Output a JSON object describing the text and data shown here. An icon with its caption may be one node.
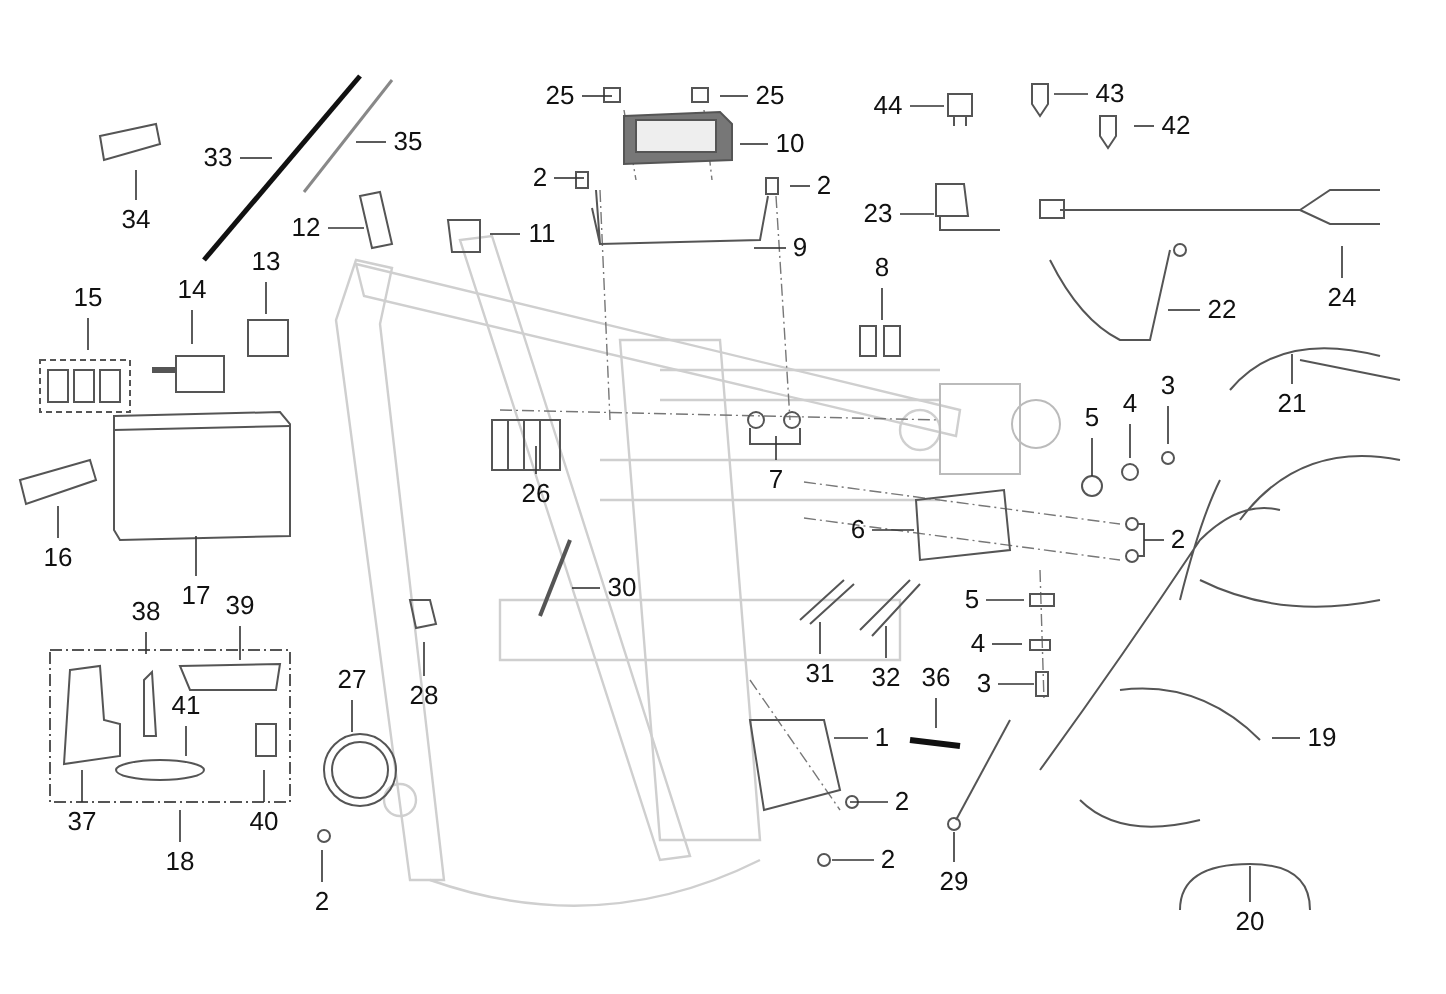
{
  "diagram": {
    "nodes": [
      {
        "text": [
          "25"
        ]
      },
      {
        "text": [
          "25"
        ]
      },
      {
        "text": [
          "44"
        ]
      },
      {
        "text": [
          "43"
        ]
      },
      {
        "text": [
          "10"
        ]
      },
      {
        "text": [
          "42"
        ]
      },
      {
        "text": [
          "33"
        ]
      },
      {
        "text": [
          "35"
        ]
      },
      {
        "text": [
          "2"
        ]
      },
      {
        "text": [
          "2"
        ]
      },
      {
        "text": [
          "34"
        ]
      },
      {
        "text": [
          "12"
        ]
      },
      {
        "text": [
          "11"
        ]
      },
      {
        "text": [
          "23"
        ]
      },
      {
        "text": [
          "9"
        ]
      },
      {
        "text": [
          "13"
        ]
      },
      {
        "text": [
          "15"
        ]
      },
      {
        "text": [
          "14"
        ]
      },
      {
        "text": [
          "8"
        ]
      },
      {
        "text": [
          "22"
        ]
      },
      {
        "text": [
          "24"
        ]
      },
      {
        "text": [
          "21"
        ]
      },
      {
        "text": [
          "5"
        ]
      },
      {
        "text": [
          "4"
        ]
      },
      {
        "text": [
          "3"
        ]
      },
      {
        "text": [
          "26"
        ]
      },
      {
        "text": [
          "7"
        ]
      },
      {
        "text": [
          "6"
        ]
      },
      {
        "text": [
          "2"
        ]
      },
      {
        "text": [
          "16"
        ]
      },
      {
        "text": [
          "17"
        ]
      },
      {
        "text": [
          "30"
        ]
      },
      {
        "text": [
          "38"
        ]
      },
      {
        "text": [
          "39"
        ]
      },
      {
        "text": [
          "27"
        ]
      },
      {
        "text": [
          "28"
        ]
      },
      {
        "text": [
          "5"
        ]
      },
      {
        "text": [
          "41"
        ]
      },
      {
        "text": [
          "31"
        ]
      },
      {
        "text": [
          "32"
        ]
      },
      {
        "text": [
          "36"
        ]
      },
      {
        "text": [
          "4"
        ]
      },
      {
        "text": [
          "3"
        ]
      },
      {
        "text": [
          "1"
        ]
      },
      {
        "text": [
          "19"
        ]
      },
      {
        "text": [
          "37"
        ]
      },
      {
        "text": [
          "40"
        ]
      },
      {
        "text": [
          "2"
        ]
      },
      {
        "text": [
          "18"
        ]
      },
      {
        "text": [
          "2"
        ]
      },
      {
        "text": [
          "29"
        ]
      },
      {
        "text": [
          "2"
        ]
      },
      {
        "text": [
          "20"
        ]
      }
    ],
    "edges": [
      {
        "from": 0,
        "to": null,
        "arrow": "none"
      },
      {
        "from": 1,
        "to": null,
        "arrow": "none"
      },
      {
        "from": 2,
        "to": null,
        "arrow": "none"
      },
      {
        "from": 3,
        "to": null,
        "arrow": "none"
      },
      {
        "from": 4,
        "to": null,
        "arrow": "none"
      },
      {
        "from": 5,
        "to": null,
        "arrow": "none"
      },
      {
        "from": 6,
        "to": null,
        "arrow": "none"
      },
      {
        "from": 7,
        "to": null,
        "arrow": "none"
      },
      {
        "from": 8,
        "to": null,
        "arrow": "none"
      },
      {
        "from": 9,
        "to": null,
        "arrow": "none"
      },
      {
        "from": 10,
        "to": null,
        "arrow": "none"
      },
      {
        "from": 11,
        "to": null,
        "arrow": "none"
      },
      {
        "from": 12,
        "to": null,
        "arrow": "none"
      },
      {
        "from": 13,
        "to": null,
        "arrow": "none"
      },
      {
        "from": 14,
        "to": null,
        "arrow": "none"
      },
      {
        "from": 15,
        "to": null,
        "arrow": "none"
      },
      {
        "from": 16,
        "to": null,
        "arrow": "none"
      },
      {
        "from": 17,
        "to": null,
        "arrow": "none"
      },
      {
        "from": 18,
        "to": null,
        "arrow": "none"
      },
      {
        "from": 19,
        "to": null,
        "arrow": "none"
      },
      {
        "from": 20,
        "to": null,
        "arrow": "none"
      },
      {
        "from": 21,
        "to": null,
        "arrow": "none"
      },
      {
        "from": 22,
        "to": null,
        "arrow": "none"
      },
      {
        "from": 23,
        "to": null,
        "arrow": "none"
      },
      {
        "from": 24,
        "to": null,
        "arrow": "none"
      },
      {
        "from": 25,
        "to": null,
        "arrow": "none"
      },
      {
        "from": 26,
        "to": null,
        "arrow": "none"
      },
      {
        "from": 27,
        "to": null,
        "arrow": "none"
      },
      {
        "from": 28,
        "to": null,
        "arrow": "none"
      },
      {
        "from": 29,
        "to": null,
        "arrow": "none"
      },
      {
        "from": 30,
        "to": null,
        "arrow": "none"
      },
      {
        "from": 31,
        "to": null,
        "arrow": "none"
      },
      {
        "from": 32,
        "to": null,
        "arrow": "none"
      },
      {
        "from": 33,
        "to": null,
        "arrow": "none"
      },
      {
        "from": 34,
        "to": null,
        "arrow": "none"
      },
      {
        "from": 35,
        "to": null,
        "arrow": "none"
      },
      {
        "from": 36,
        "to": null,
        "arrow": "none"
      },
      {
        "from": 37,
        "to": null,
        "arrow": "none"
      },
      {
        "from": 38,
        "to": null,
        "arrow": "none"
      },
      {
        "from": 39,
        "to": null,
        "arrow": "none"
      },
      {
        "from": 40,
        "to": null,
        "arrow": "none"
      },
      {
        "from": 41,
        "to": null,
        "arrow": "none"
      },
      {
        "from": 42,
        "to": null,
        "arrow": "none"
      },
      {
        "from": 43,
        "to": null,
        "arrow": "none"
      },
      {
        "from": 44,
        "to": null,
        "arrow": "none"
      },
      {
        "from": 45,
        "to": null,
        "arrow": "none"
      },
      {
        "from": 46,
        "to": null,
        "arrow": "none"
      },
      {
        "from": 47,
        "to": null,
        "arrow": "none"
      },
      {
        "from": 48,
        "to": null,
        "arrow": "none"
      },
      {
        "from": 49,
        "to": null,
        "arrow": "none"
      },
      {
        "from": 50,
        "to": null,
        "arrow": "none"
      },
      {
        "from": 51,
        "to": null,
        "arrow": "none"
      },
      {
        "from": 52,
        "to": null,
        "arrow": "none"
      }
    ]
  }
}
